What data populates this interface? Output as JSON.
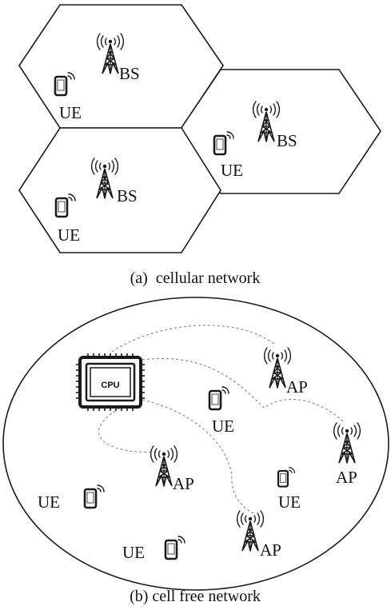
{
  "panel_a": {
    "caption": "(a)  cellular network",
    "bs_label": "BS",
    "ue_label": "UE"
  },
  "panel_b": {
    "caption": "(b) cell free network",
    "cpu_label": "CPU",
    "ap_label": "AP",
    "ue_label": "UE"
  }
}
